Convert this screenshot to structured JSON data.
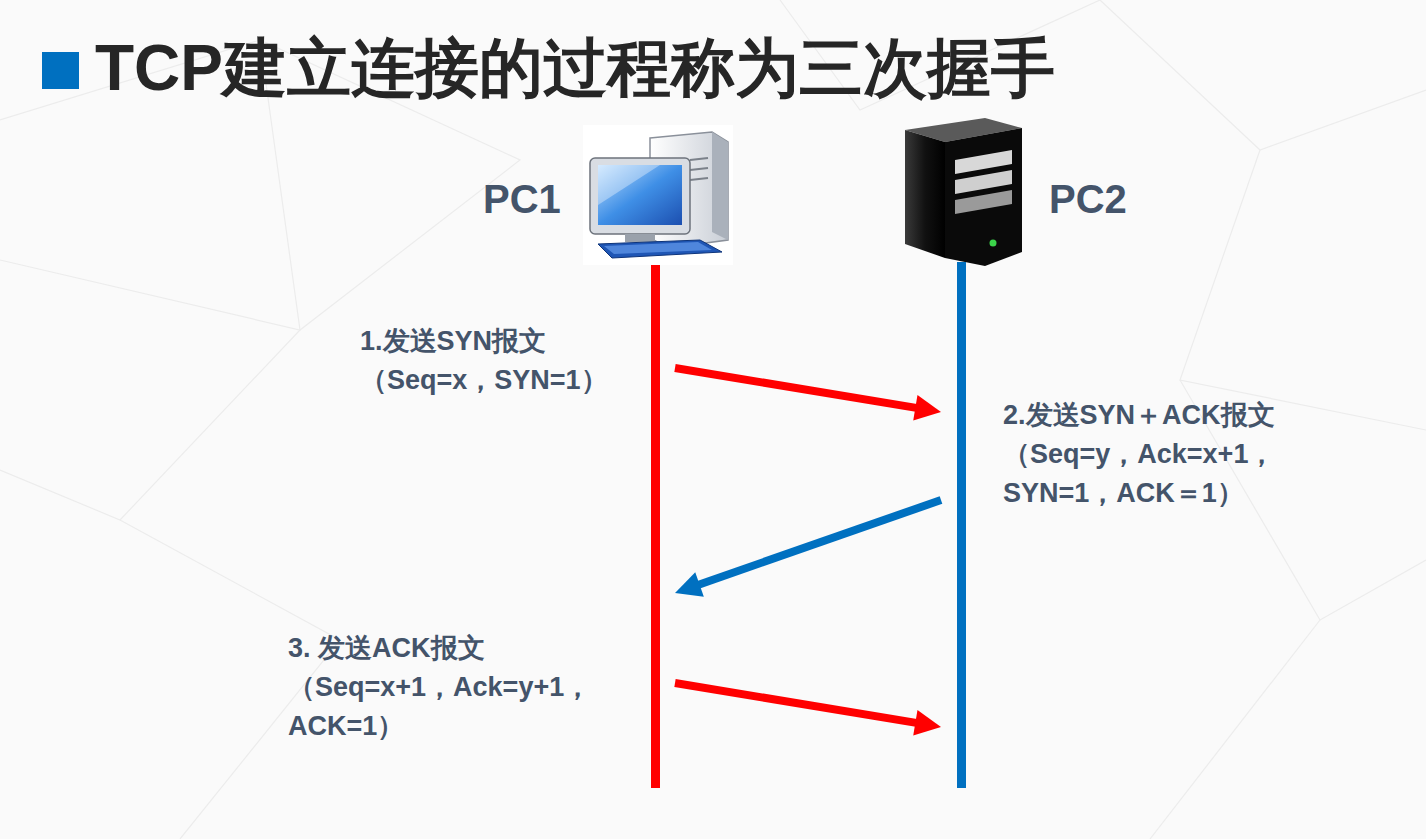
{
  "diagram": {
    "title": "TCP建立连接的过程称为三次握手",
    "nodes": [
      {
        "text": [
          "PC1"
        ]
      },
      {
        "text": [
          "PC2"
        ]
      }
    ],
    "edges": [
      {
        "from": 0,
        "to": 1,
        "arrow": "to",
        "label": "1.发送SYN报文 （Seq=x，SYN=1）"
      },
      {
        "from": 1,
        "to": 0,
        "arrow": "to",
        "label": "2.发送SYN＋ACK报文 （Seq=y，Ack=x+1， SYN=1，ACK＝1）"
      },
      {
        "from": 0,
        "to": 1,
        "arrow": "to",
        "label": "3. 发送ACK报文 （Seq=x+1，Ack=y+1， ACK=1）"
      }
    ]
  }
}
